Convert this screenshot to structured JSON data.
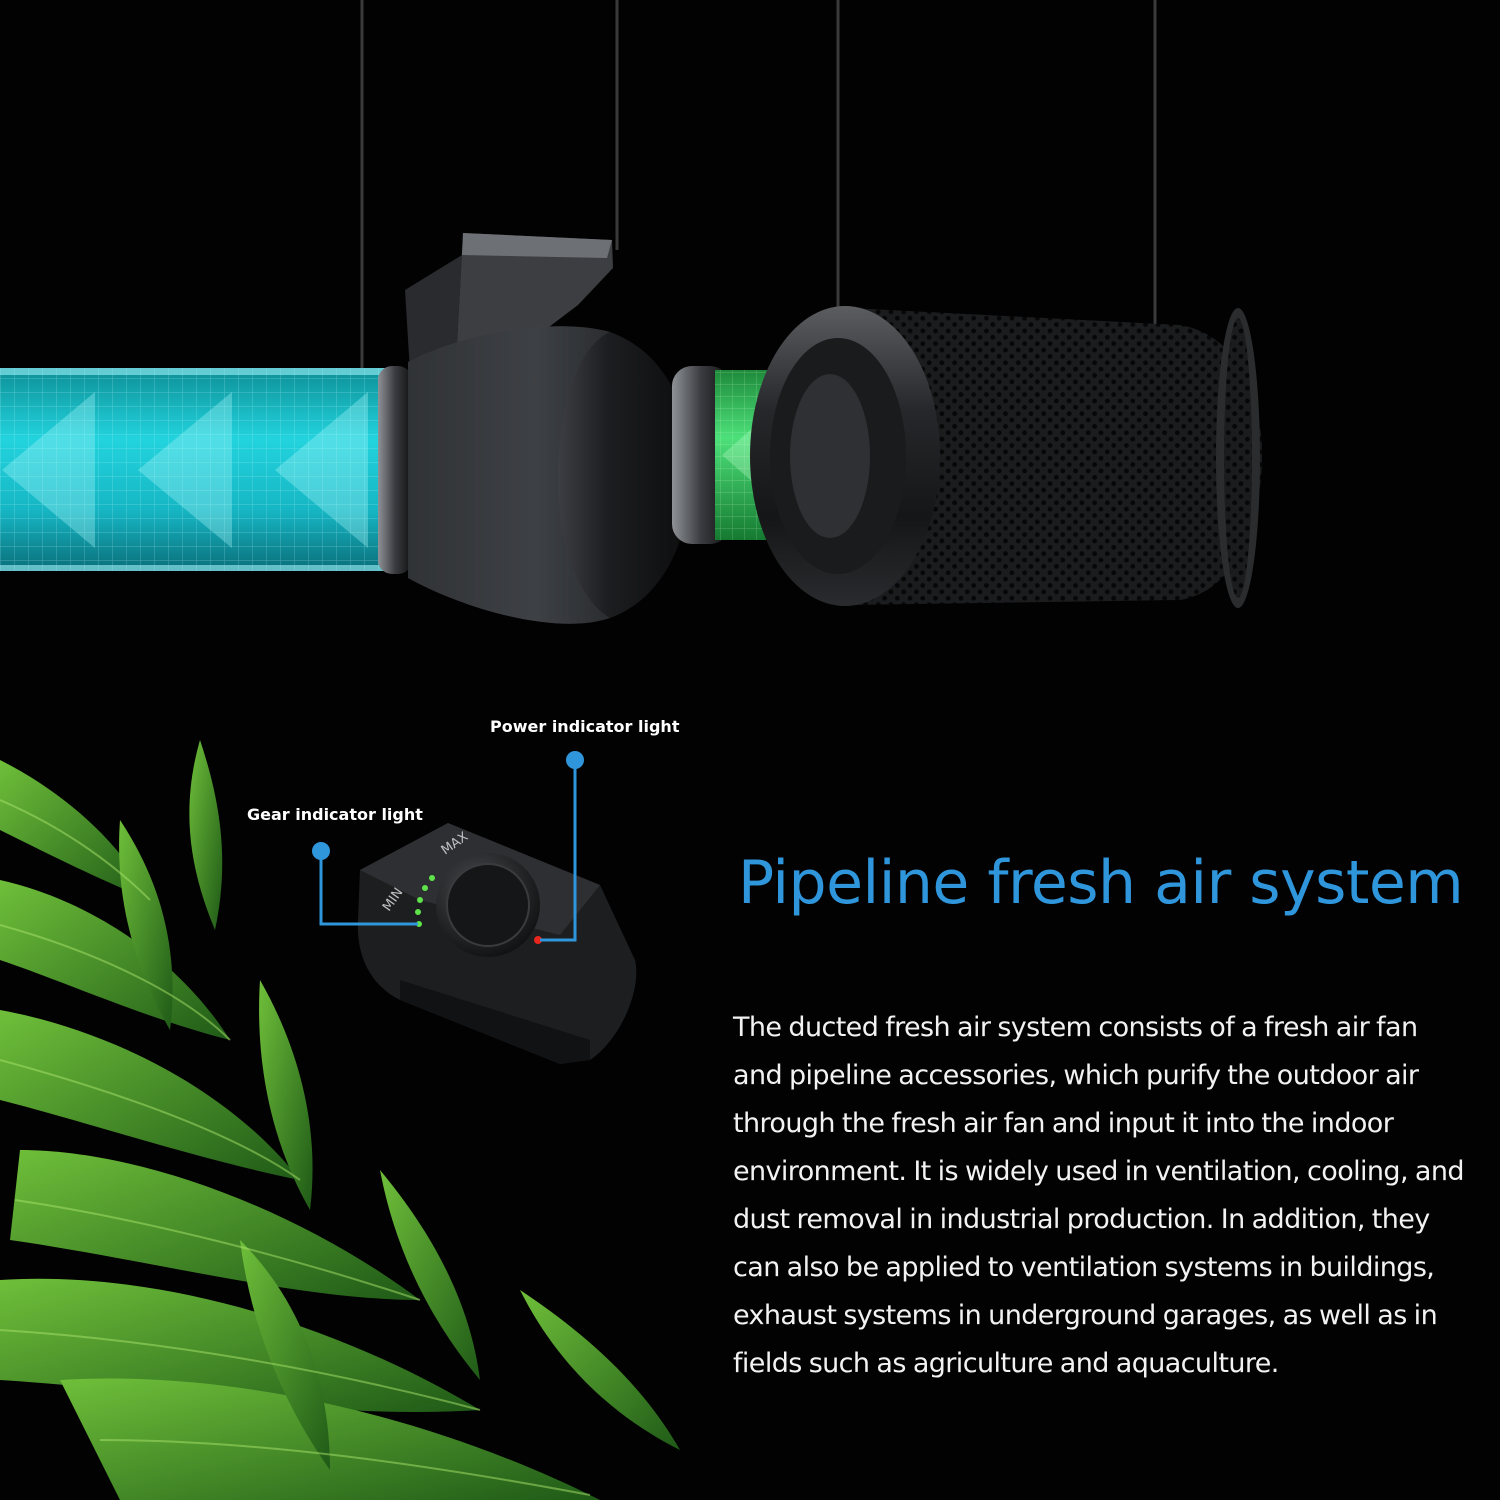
{
  "title": "Pipeline fresh air system",
  "description": "The ducted fresh air system consists of a fresh air fan and pipeline accessories, which purify the outdoor air through the fresh air fan and input it into the indoor environment. It is widely used in ventilation, cooling, and dust removal in industrial production. In addition, they can also be applied to ventilation systems in buildings, exhaust systems in underground garages, as well as in fields such as agriculture and aquaculture.",
  "callouts": {
    "power_indicator": "Power indicator light",
    "gear_indicator": "Gear indicator light"
  },
  "controller": {
    "min_label": "MIN",
    "max_label": "MAX"
  },
  "colors": {
    "background": "#020202",
    "accent": "#2f96dc",
    "duct_blue": "#19c9d6",
    "duct_green": "#33d866",
    "indicator_red": "#e8261e"
  }
}
